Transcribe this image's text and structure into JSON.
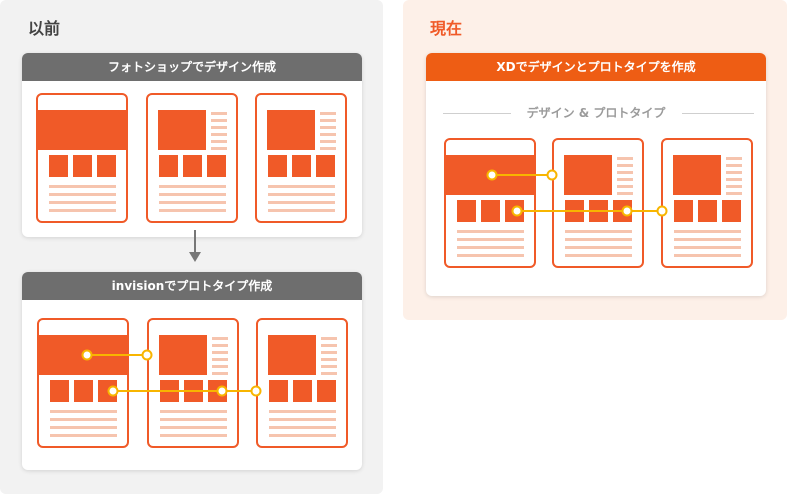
{
  "panels": {
    "before": {
      "title": "以前",
      "steps": [
        {
          "header": "フォトショップでデザイン作成"
        },
        {
          "header": "invisionでプロトタイプ作成"
        }
      ]
    },
    "now": {
      "title": "現在",
      "header": "XDでデザインとプロトタイプを作成",
      "subtitle": "デザイン & プロトタイプ"
    }
  },
  "colors": {
    "accent": "#f05a28",
    "header_gray": "#6e6e6e",
    "header_orange": "#ee5d14",
    "link": "#f8b500",
    "placeholder_line": "#f6c4ae"
  }
}
